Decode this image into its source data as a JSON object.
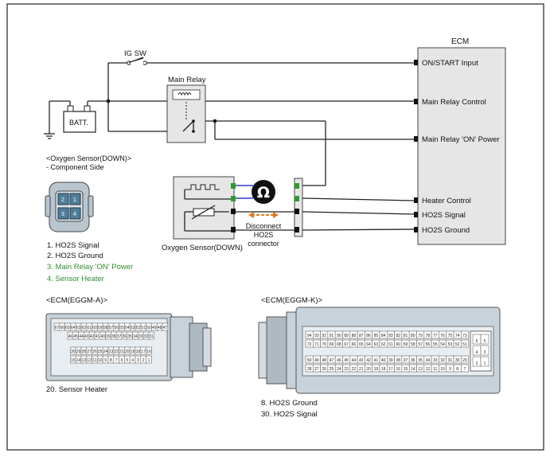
{
  "labels": {
    "ecm": "ECM",
    "ig_sw": "IG SW",
    "main_relay": "Main Relay",
    "batt": "BATT.",
    "sensor_title": "<Oxygen Sensor(DOWN)>",
    "sensor_sub": "- Component Side",
    "oxygen_sensor": "Oxygen Sensor(DOWN)",
    "disconnect_1": "Disconnect",
    "disconnect_2": "HO2S",
    "disconnect_3": "connector",
    "ecm_a_title": "<ECM(EGGM-A)>",
    "ecm_k_title": "<ECM(EGGM-K)>",
    "ohm_symbol": "Ω"
  },
  "ecm_pins": [
    "ON/START Input",
    "Main Relay Control",
    "Main Relay 'ON' Power",
    "Heater Control",
    "HO2S  Signal",
    "HO2S  Ground"
  ],
  "sensor_pin_legend": [
    {
      "text": "1. HO2S Signal",
      "color": "#111111"
    },
    {
      "text": "2. HO2S Ground",
      "color": "#111111"
    },
    {
      "text": "3. Main Relay 'ON' Power",
      "color": "#2f8f2f"
    },
    {
      "text": "4. Sensor Heater",
      "color": "#2f8f2f"
    }
  ],
  "connector_pins": [
    "1",
    "2",
    "3",
    "4"
  ],
  "ecm_a_note": "20. Sensor Heater",
  "ecm_k_notes": [
    "8. HO2S Ground",
    "30. HO2S Signal"
  ],
  "ecm_a_rows": [
    [
      "67",
      "66",
      "65",
      "64",
      "63",
      "62",
      "61",
      "60",
      "59",
      "58",
      "57",
      "56",
      "55",
      "54",
      "53",
      "52",
      "51",
      "50",
      "49",
      "48",
      "47"
    ],
    [
      "46",
      "45",
      "44",
      "43",
      "42",
      "41",
      "40",
      "39",
      "38",
      "37",
      "36",
      "35",
      "34",
      "33",
      "32",
      "31"
    ],
    [
      "30",
      "29",
      "28",
      "27",
      "26",
      "25",
      "24",
      "23",
      "22",
      "21",
      "20",
      "19",
      "18",
      "17",
      "16"
    ],
    [
      "15",
      "14",
      "13",
      "12",
      "11",
      "10",
      "9",
      "8",
      "7",
      "6",
      "5",
      "4",
      "3",
      "2",
      "1"
    ]
  ],
  "ecm_k_rows": [
    [
      "94",
      "93",
      "92",
      "91",
      "90",
      "89",
      "88",
      "87",
      "86",
      "85",
      "84",
      "83",
      "82",
      "81",
      "80",
      "79",
      "78",
      "77",
      "76",
      "75",
      "74",
      "73"
    ],
    [
      "72",
      "71",
      "70",
      "69",
      "68",
      "67",
      "66",
      "65",
      "64",
      "63",
      "62",
      "61",
      "60",
      "59",
      "58",
      "57",
      "56",
      "55",
      "54",
      "53",
      "52",
      "51"
    ],
    [
      "50",
      "49",
      "48",
      "47",
      "46",
      "45",
      "44",
      "43",
      "42",
      "41",
      "40",
      "39",
      "38",
      "37",
      "36",
      "35",
      "34",
      "33",
      "32",
      "31",
      "30",
      "29"
    ],
    [
      "28",
      "27",
      "26",
      "25",
      "24",
      "23",
      "22",
      "21",
      "20",
      "19",
      "18",
      "17",
      "16",
      "15",
      "14",
      "13",
      "12",
      "11",
      "10",
      "9",
      "8",
      "7"
    ]
  ],
  "ecm_k_side": [
    "6",
    "5",
    "4",
    "3",
    "2",
    "1"
  ],
  "colors": {
    "green_wire": "#2f9a2f",
    "blue_wire": "#2a3fd0",
    "orange": "#e07a20",
    "highlight": "#a8d8e8"
  }
}
